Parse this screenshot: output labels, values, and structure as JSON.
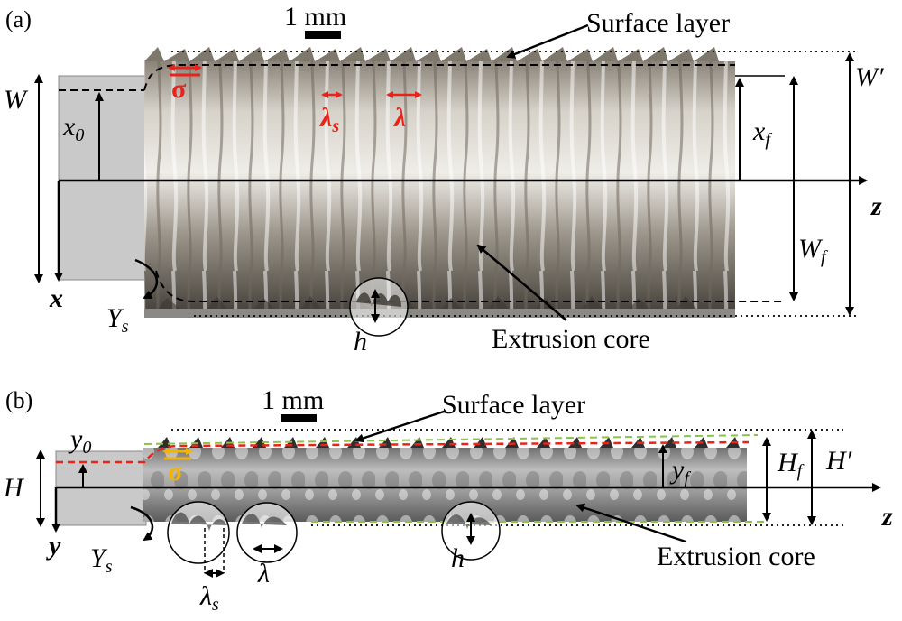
{
  "panel_a": {
    "tag": "(a)",
    "scale_label": "1 mm",
    "surface_layer": "Surface layer",
    "extrusion_core": "Extrusion core",
    "W": "W",
    "W_prime": "W′",
    "x0": "x",
    "x0_sub": "0",
    "xf": "x",
    "xf_sub": "f",
    "Wf": "W",
    "Wf_sub": "f",
    "z": "z",
    "x": "x",
    "Ys": "Y",
    "Ys_sub": "s",
    "h": "h",
    "sigma": "σ",
    "lambda_s": "λ",
    "lambda_s_sub": "s",
    "lambda": "λ"
  },
  "panel_b": {
    "tag": "(b)",
    "scale_label": "1 mm",
    "surface_layer": "Surface layer",
    "extrusion_core": "Extrusion core",
    "y0": "y",
    "y0_sub": "0",
    "H": "H",
    "H_prime": "H′",
    "Hf": "H",
    "Hf_sub": "f",
    "yf": "y",
    "yf_sub": "f",
    "z": "z",
    "y": "y",
    "Ys": "Y",
    "Ys_sub": "s",
    "h": "h",
    "sigma": "σ",
    "lambda_s": "λ",
    "lambda_s_sub": "s",
    "lambda": "λ"
  },
  "colors": {
    "annotation_red": "#e8231b",
    "annotation_yellow": "#f4b400",
    "annotation_green": "#8bc34a",
    "die_gray": "#c9c9c9"
  }
}
